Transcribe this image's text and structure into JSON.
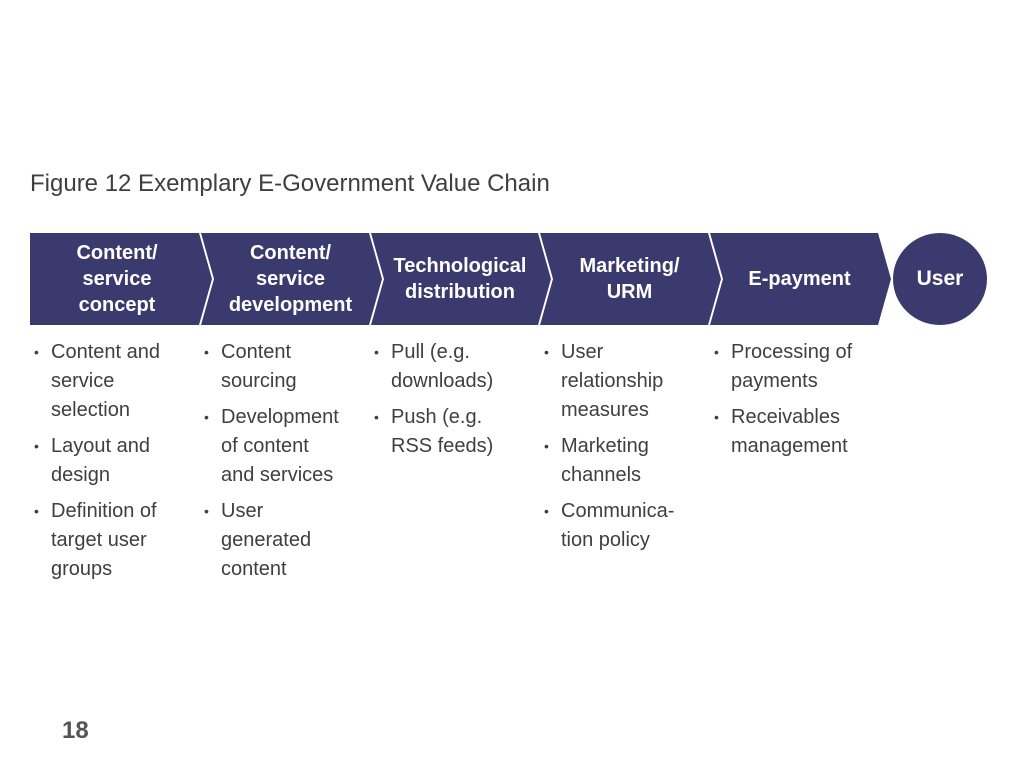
{
  "title": "Figure 12 Exemplary E-Government Value Chain",
  "colors": {
    "chevron": "#3b3a6e",
    "bullet_text": "#3f3f3f"
  },
  "steps": [
    {
      "label": "Content/\nservice\nconcept"
    },
    {
      "label": "Content/\nservice\ndevelopment"
    },
    {
      "label": "Technological\ndistribution"
    },
    {
      "label": "Marketing/\nURM"
    },
    {
      "label": "E-payment"
    }
  ],
  "user": {
    "label": "User"
  },
  "columns": [
    {
      "items": [
        "Content and\nservice\nselection",
        "Layout and\ndesign",
        "Definition of\ntarget user\ngroups"
      ]
    },
    {
      "items": [
        "Content\nsourcing",
        "Development\nof content\nand services",
        "User\ngenerated\ncontent"
      ]
    },
    {
      "items": [
        "Pull (e.g.\ndownloads)",
        "Push (e.g.\nRSS feeds)"
      ]
    },
    {
      "items": [
        "User\nrelationship\nmeasures",
        "Marketing\nchannels",
        "Communica-\ntion policy"
      ]
    },
    {
      "items": [
        "Processing of\npayments",
        "Receivables\nmanagement"
      ]
    }
  ],
  "page_number": "18"
}
